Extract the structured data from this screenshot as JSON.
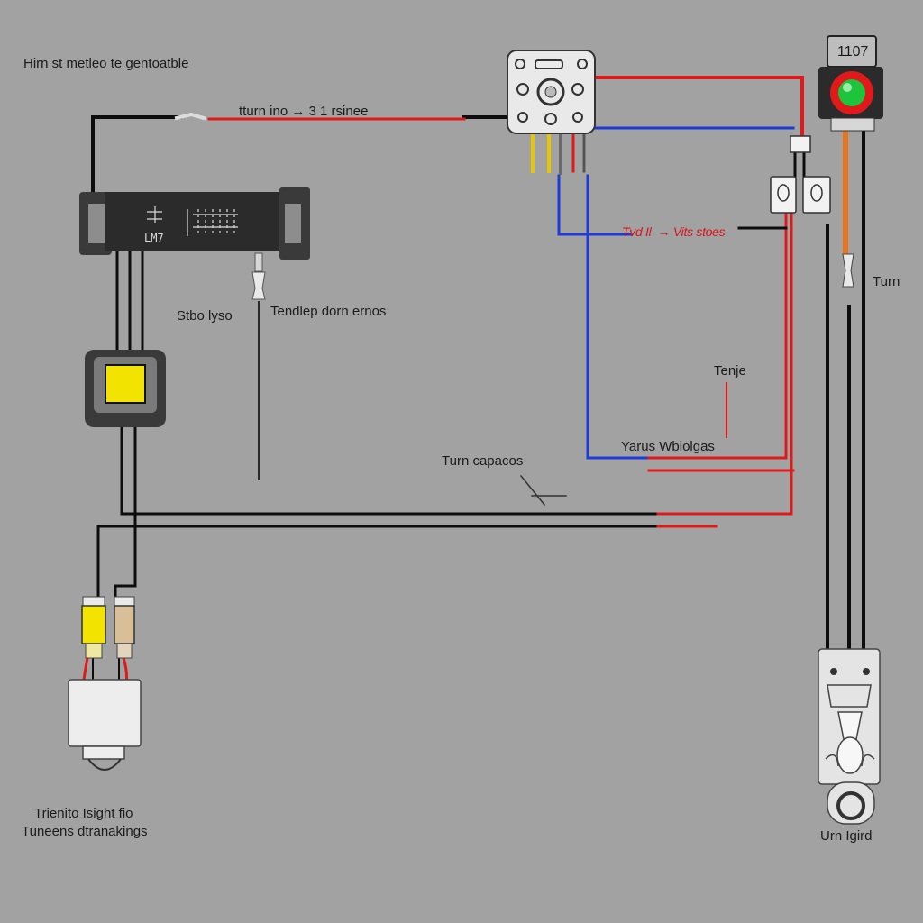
{
  "header": {
    "title": "Hirn st metleo te gentoatble"
  },
  "labels": {
    "top_wire": "tturn ino → 3 1 rsinee",
    "stop_lyso": "Stbo lyso",
    "tendep": "Tendlep dorn ernos",
    "red_wire": "Tvd Il  → Vits stoes",
    "turn_right": "Turn",
    "tenie": "Tenje",
    "yarus": "Yarus Wbiolgas",
    "turn_capacitor": "Turn capacos",
    "turn_light_line1": "Trienito Isight fio",
    "turn_light_line2": "Tuneens dtranakings",
    "urn_light": "Urn Igird"
  },
  "components": {
    "ic_chip_text": "LM7",
    "badge_text": "1107"
  },
  "colors": {
    "background": "#a2a2a2",
    "wire_black": "#0d0d0d",
    "wire_red": "#e01a1a",
    "wire_blue": "#1f3bd4",
    "wire_orange": "#e8741e",
    "wire_yellow": "#e7c800",
    "led_green": "#1ec53c",
    "switch_yellow": "#f2e400",
    "module_dark": "#2b2b2b"
  }
}
